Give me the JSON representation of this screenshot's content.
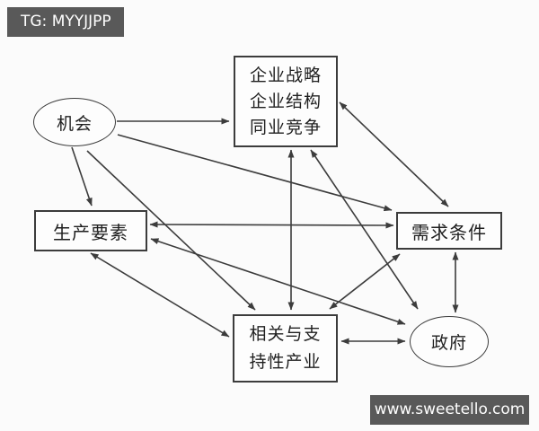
{
  "watermarks": {
    "top_left": "TG: MYYJJPP",
    "bottom_right": "www.sweetello.com"
  },
  "diagram": {
    "type": "porter-diamond-model",
    "nodes": {
      "opportunity": {
        "label": "机会",
        "shape": "ellipse"
      },
      "strategy": {
        "line1": "企业战略",
        "line2": "企业结构",
        "line3": "同业竞争",
        "shape": "rect"
      },
      "factors": {
        "label": "生产要素",
        "shape": "rect"
      },
      "demand": {
        "label": "需求条件",
        "shape": "rect"
      },
      "related": {
        "line1": "相关与支",
        "line2": "持性产业",
        "shape": "rect"
      },
      "government": {
        "label": "政府",
        "shape": "ellipse"
      }
    },
    "edges": [
      {
        "from": "opportunity",
        "to": "strategy",
        "bidirectional": false
      },
      {
        "from": "opportunity",
        "to": "factors",
        "bidirectional": false
      },
      {
        "from": "opportunity",
        "to": "demand",
        "bidirectional": false
      },
      {
        "from": "opportunity",
        "to": "related",
        "bidirectional": false
      },
      {
        "from": "strategy",
        "to": "demand",
        "bidirectional": true
      },
      {
        "from": "strategy",
        "to": "related",
        "bidirectional": true
      },
      {
        "from": "strategy",
        "to": "government",
        "bidirectional": true
      },
      {
        "from": "factors",
        "to": "demand",
        "bidirectional": true
      },
      {
        "from": "factors",
        "to": "related",
        "bidirectional": true
      },
      {
        "from": "factors",
        "to": "government",
        "bidirectional": true
      },
      {
        "from": "demand",
        "to": "related",
        "bidirectional": true
      },
      {
        "from": "demand",
        "to": "government",
        "bidirectional": true
      },
      {
        "from": "related",
        "to": "government",
        "bidirectional": true
      }
    ],
    "colors": {
      "line": "#3c3c3c",
      "node_border": "#3c3c3c",
      "node_fill": "#fdfdfd",
      "text": "#1f1f1f",
      "watermark_bg": "#595959",
      "watermark_text": "#ffffff",
      "background": "#fbfbfb"
    }
  }
}
